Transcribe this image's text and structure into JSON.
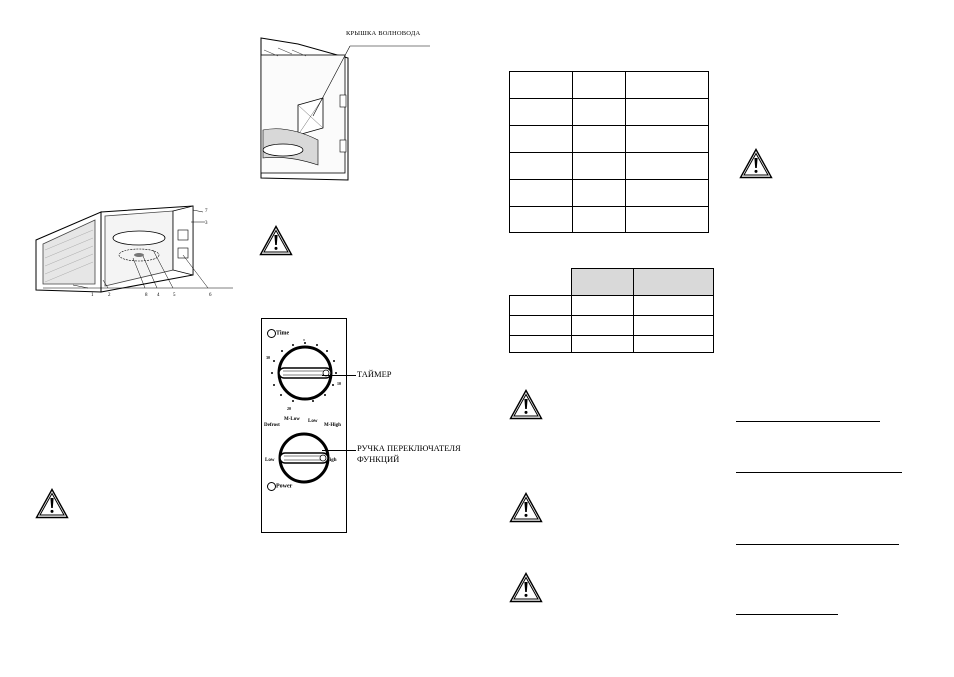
{
  "waveguide_figure": {
    "label": "КРЫШКА ВОЛНОВОДА"
  },
  "oven_figure": {
    "callouts": [
      "1",
      "2",
      "8",
      "4",
      "5",
      "6",
      "3",
      "7"
    ]
  },
  "control_panel": {
    "time_label": "Time",
    "timer_label": "ТАЙМЕР",
    "power_label": "Power",
    "function_knob_label_line1": "РУЧКА ПЕРЕКЛЮЧАТЕЛЯ",
    "function_knob_label_line2": "ФУНКЦИЙ",
    "power_levels": [
      "Defrost",
      "M-Low",
      "Low",
      "M-High",
      "Low",
      "High"
    ],
    "timer_marks": [
      "0",
      "10",
      "20",
      "30"
    ]
  },
  "tables": {
    "table_one": {
      "rows": 6,
      "cols": 3
    },
    "table_two": {
      "header_cols": 2,
      "body_rows": 3,
      "header_fill": "#d9d9d9"
    }
  },
  "warning_icon": "warning-triangle-icon"
}
